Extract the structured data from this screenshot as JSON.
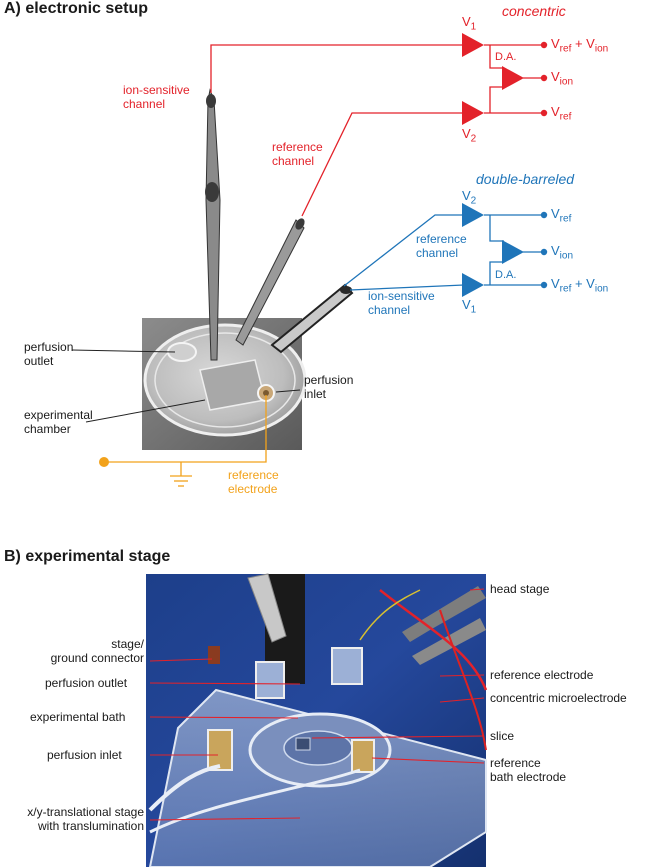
{
  "panel_a": {
    "title": "A) electronic setup",
    "concentric": {
      "heading": "concentric",
      "amp_top": {
        "main": "V",
        "sub": "1"
      },
      "amp_bottom": {
        "main": "V",
        "sub": "2"
      },
      "diff_amp": "D.A.",
      "out_top": {
        "a": "V",
        "a_sub": "ref",
        "plus": " + ",
        "b": "V",
        "b_sub": "ion"
      },
      "out_mid": {
        "a": "V",
        "a_sub": "ion"
      },
      "out_bottom": {
        "a": "V",
        "a_sub": "ref"
      },
      "label_ion_sensitive": "ion-sensitive\nchannel",
      "label_reference": "reference\nchannel",
      "color": "#e3222a"
    },
    "double_barreled": {
      "heading": "double-barreled",
      "amp_top": {
        "main": "V",
        "sub": "2"
      },
      "amp_bottom": {
        "main": "V",
        "sub": "1"
      },
      "diff_amp": "D.A.",
      "out_top": {
        "a": "V",
        "a_sub": "ref"
      },
      "out_mid": {
        "a": "V",
        "a_sub": "ion"
      },
      "out_bottom": {
        "a": "V",
        "a_sub": "ref",
        "plus": " + ",
        "b": "V",
        "b_sub": "ion"
      },
      "label_reference": "reference\nchannel",
      "label_ion_sensitive": "ion-sensitive\nchannel",
      "color": "#1f75b9"
    },
    "labels": {
      "perfusion_outlet": "perfusion\noutlet",
      "experimental_chamber": "experimental\nchamber",
      "perfusion_inlet": "perfusion\ninlet",
      "reference_electrode": "reference\nelectrode"
    },
    "reference_color": "#f2a21b"
  },
  "panel_b": {
    "title": "B) experimental stage",
    "labels": {
      "head_stage": "head stage",
      "stage_ground": "stage/\nground connector",
      "perfusion_outlet": "perfusion outlet",
      "reference_electrode": "reference electrode",
      "concentric_microelectrode": "concentric microelectrode",
      "experimental_bath": "experimental bath",
      "slice": "slice",
      "perfusion_inlet": "perfusion inlet",
      "reference_bath_electrode": "reference\nbath electrode",
      "xy_stage": "x/y-translational stage\nwith translumination"
    }
  }
}
